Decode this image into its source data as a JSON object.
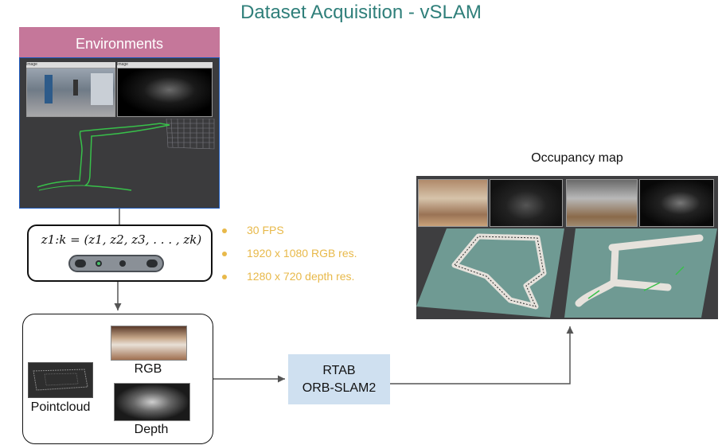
{
  "title": "Dataset Acquisition - vSLAM",
  "environments": {
    "header": "Environments",
    "window_label_left": "Image",
    "window_label_right": "Image"
  },
  "equation": "z1:k = (z1, z2, z3, . . . , zk)",
  "specs": [
    "30 FPS",
    "1920 x 1080 RGB res.",
    "1280 x 720 depth res."
  ],
  "data_outputs": {
    "rgb_label": "RGB",
    "pointcloud_label": "Pointcloud",
    "depth_label": "Depth"
  },
  "algorithms": {
    "line1": "RTAB",
    "line2": "ORB-SLAM2"
  },
  "occupancy": {
    "title": "Occupancy map"
  },
  "colors": {
    "title": "#2f7f7a",
    "env_header": "#c5779a",
    "specs": "#e8b94a",
    "algo_box": "#cfe0f0",
    "map_floor": "#6f9a93",
    "trajectory": "#38c04a"
  }
}
